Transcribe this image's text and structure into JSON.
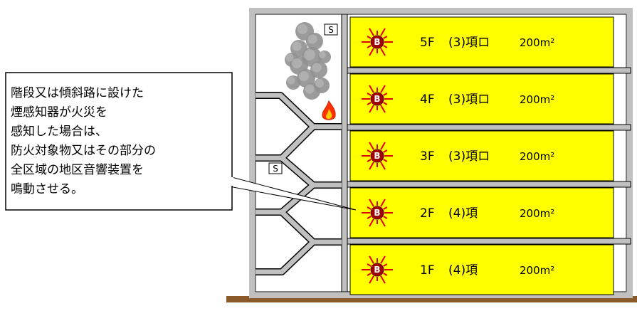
{
  "callout": {
    "lines": [
      "階段又は傾斜路に設けた",
      "煙感知器が火災を",
      "感知した場合は、",
      "防火対象物又はその部分の",
      "全区域の地区音響装置を",
      "鳴動させる。"
    ]
  },
  "floors": [
    {
      "floor": "5F",
      "use": "(3)項ロ",
      "area": "200m²"
    },
    {
      "floor": "4F",
      "use": "(3)項ロ",
      "area": "200m²"
    },
    {
      "floor": "3F",
      "use": "(3)項ロ",
      "area": "200m²"
    },
    {
      "floor": "2F",
      "use": "(4)項",
      "area": "200m²"
    },
    {
      "floor": "1F",
      "use": "(4)項",
      "area": "200m²"
    }
  ],
  "sensor_letter": "B",
  "smoke_detector_letter": "S",
  "colors": {
    "floor_fill": "#ffff00",
    "wall": "#c0c0c0",
    "ground": "#8b5a2b",
    "sensor_red": "#e00000",
    "sensor_dark": "#a00000",
    "smoke": "#909090",
    "fire": "#ff3300"
  },
  "icons": {
    "sensor": "bell-sensor-icon",
    "smoke_detector": "smoke-detector-icon",
    "fire": "fire-icon",
    "smoke": "smoke-cloud-icon"
  }
}
